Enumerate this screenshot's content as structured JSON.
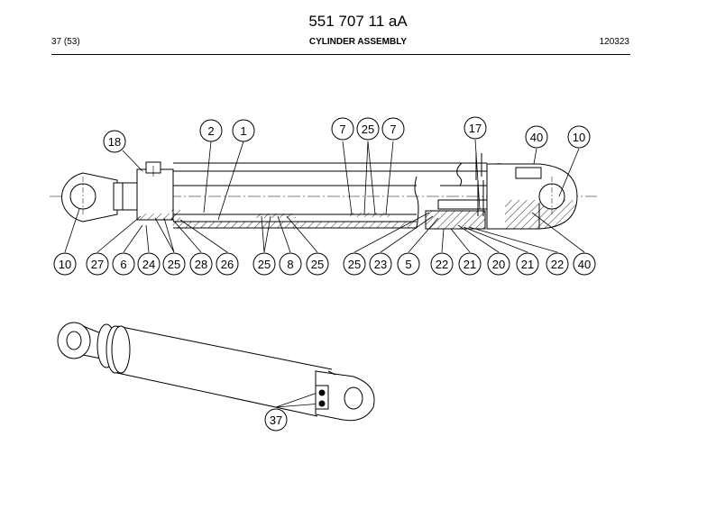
{
  "header": {
    "doc_number": "551 707 11 aA",
    "page_info": "37 (53)",
    "title": "CYLINDER ASSEMBLY",
    "date_code": "120323"
  },
  "callouts_top": [
    "18",
    "2",
    "1",
    "7",
    "25",
    "7",
    "17",
    "40",
    "10"
  ],
  "callouts_bottom": [
    "10",
    "27",
    "6",
    "24",
    "25",
    "28",
    "26",
    "25",
    "8",
    "25",
    "25",
    "23",
    "5",
    "22",
    "21",
    "20",
    "21",
    "22",
    "40"
  ],
  "callout_iso": "37"
}
